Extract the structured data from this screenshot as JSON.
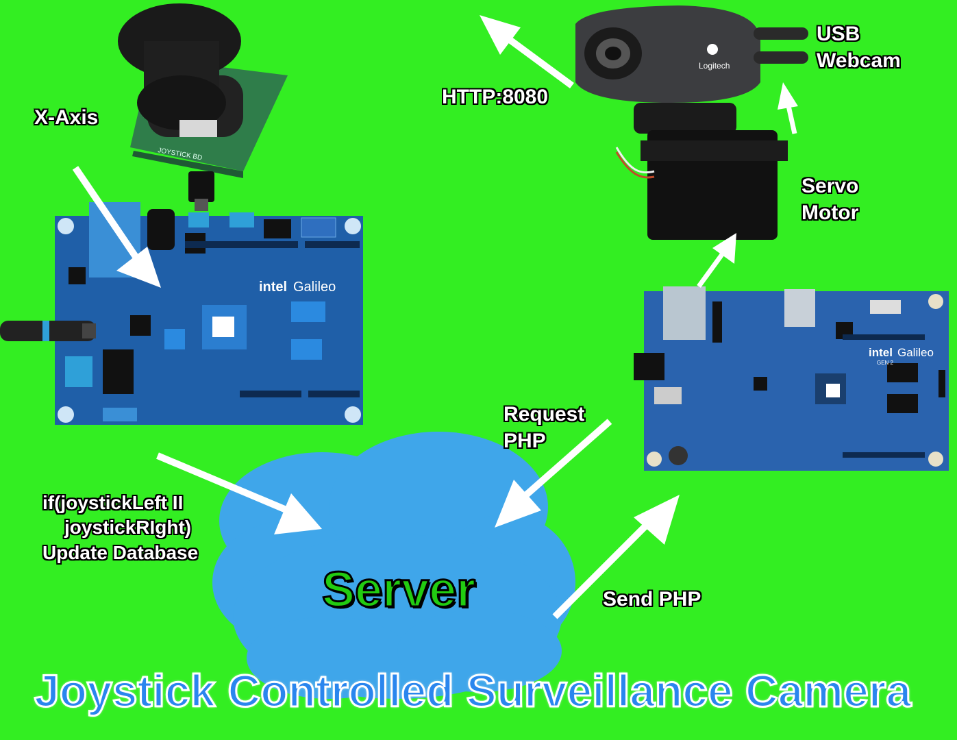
{
  "labels": {
    "x_axis": "X-Axis",
    "http": "HTTP:8080",
    "usb_webcam_line1": "USB",
    "usb_webcam_line2": "Webcam",
    "servo_line1": "Servo",
    "servo_line2": "Motor",
    "request_line1": "Request",
    "request_line2": "PHP",
    "code_line1": "if(joystickLeft II",
    "code_line2": "joystickRIght)",
    "code_line3": "Update Database",
    "send_php": "Send PHP",
    "server": "Server",
    "title": "Joystick Controlled Surveillance Camera"
  },
  "board_text": {
    "left_board_brand": "intel",
    "left_board_model": "Galileo",
    "right_board_brand": "intel",
    "right_board_model": "Galileo",
    "right_board_gen": "GEN 2",
    "joystick_board": "JOYSTICK BD",
    "webcam_brand": "Logitech"
  },
  "colors": {
    "background": "#33ee22",
    "cloud": "#3fa6ea",
    "board_blue": "#1f5fa8",
    "title": "#2a86ee",
    "server_text": "#22cc11"
  },
  "icons": [
    "joystick-icon",
    "galileo-board-icon",
    "galileo-gen2-board-icon",
    "webcam-icon",
    "servo-motor-icon",
    "cloud-icon"
  ]
}
